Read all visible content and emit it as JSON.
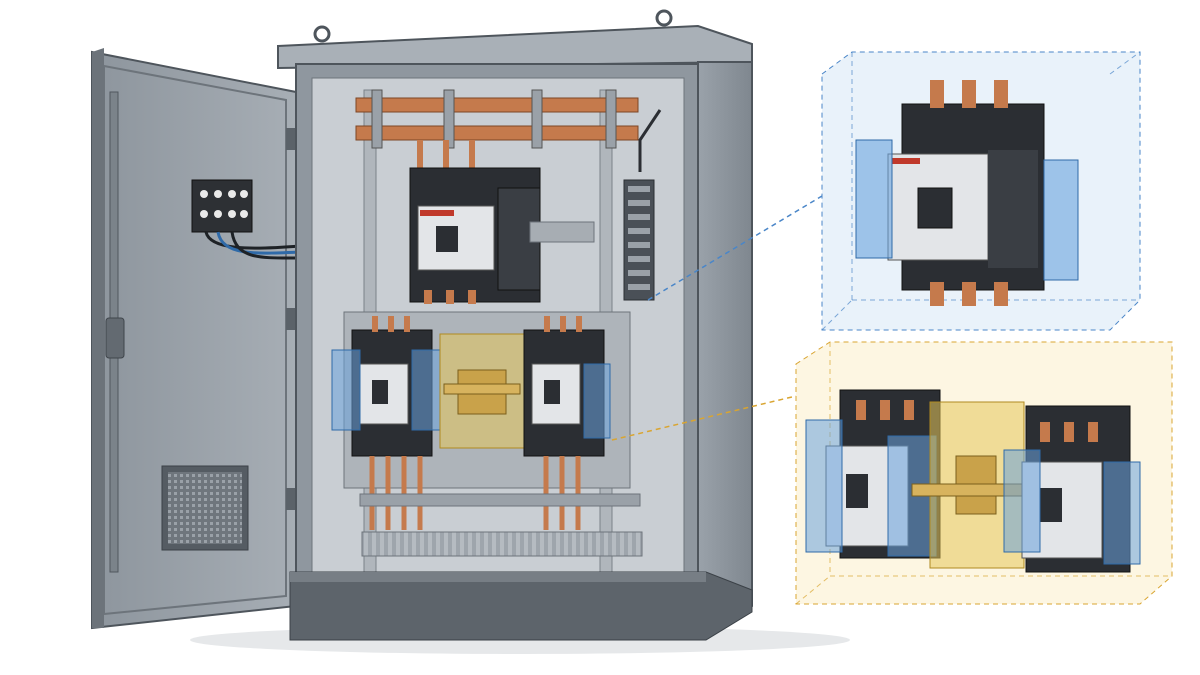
{
  "illustration": {
    "subject": "electrical-control-cabinet",
    "detail_callouts": [
      "single-contactor-detail",
      "reversing-contactor-pair-detail"
    ]
  },
  "colors": {
    "cabinet_body": "#8f979f",
    "cabinet_dark": "#5f6770",
    "cabinet_light": "#b9c0c7",
    "interior": "#c9ced3",
    "copper": "#c57a4c",
    "contactor_black": "#2b2e33",
    "contactor_face": "#e3e5e8",
    "highlight_blue": "#6aa3dd",
    "highlight_yellow": "#e6c65a",
    "callout_blue_line": "#4a86c8",
    "callout_yellow_line": "#d9a531"
  }
}
